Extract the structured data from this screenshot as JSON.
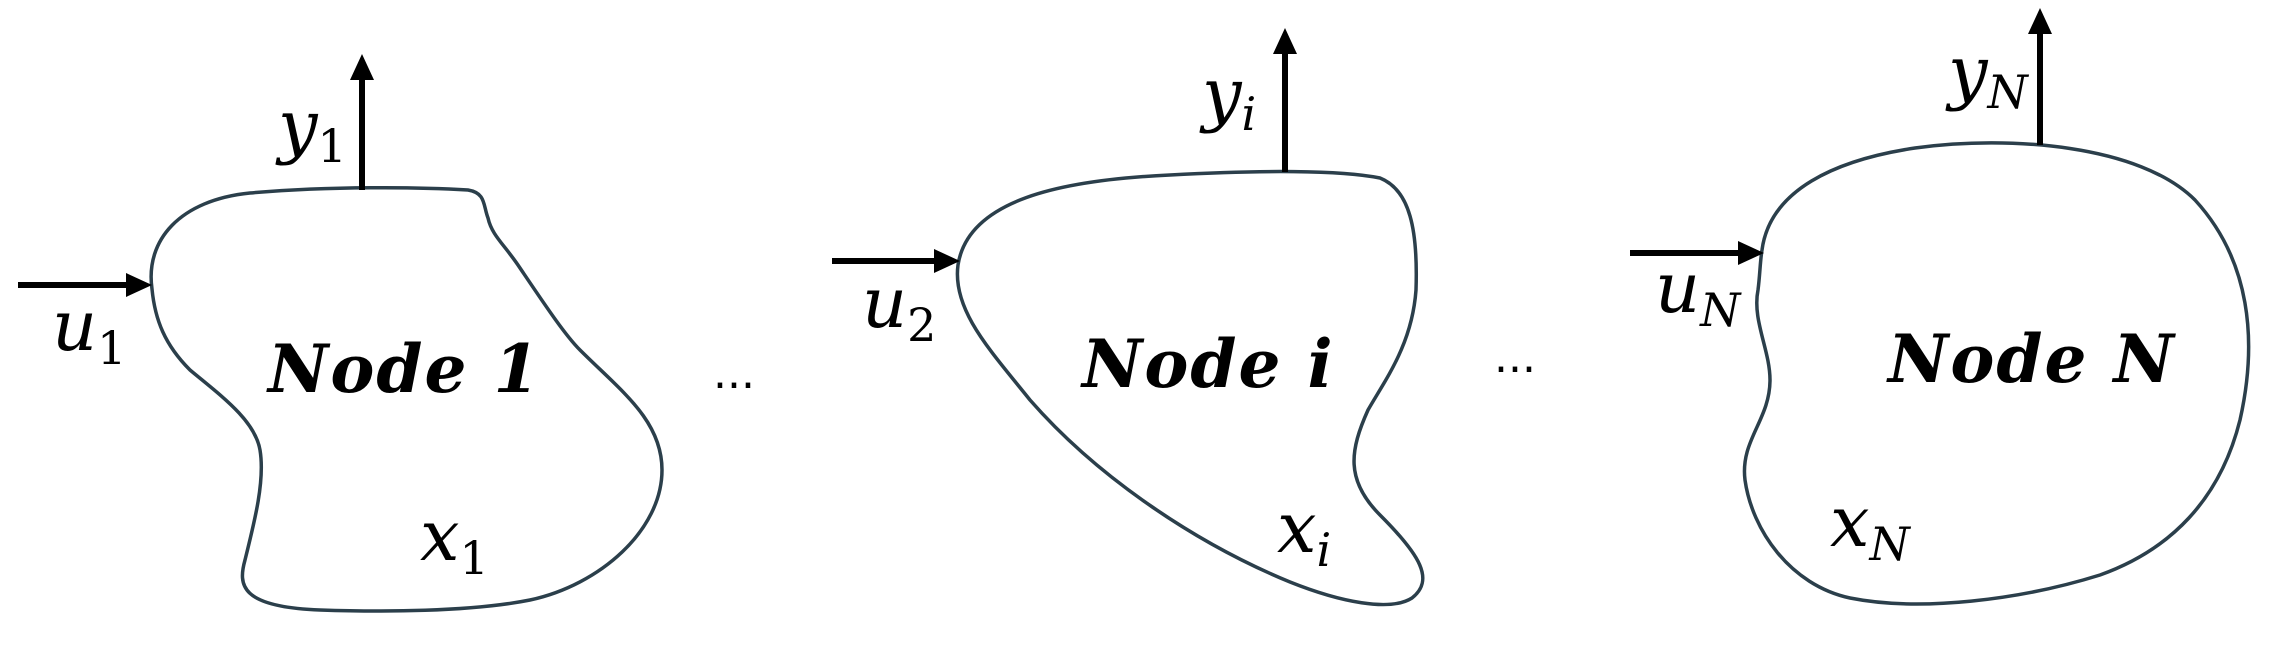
{
  "nodes": [
    {
      "label": "Node 1",
      "y": "y",
      "y_sub": "1",
      "u": "u",
      "u_sub": "1",
      "x": "x",
      "x_sub": "1"
    },
    {
      "label": "Node i",
      "y": "y",
      "y_sub": "i",
      "u": "u",
      "u_sub": "2",
      "x": "x",
      "x_sub": "i"
    },
    {
      "label": "Node N",
      "y": "y",
      "y_sub": "N",
      "u": "u",
      "u_sub": "N",
      "x": "x",
      "x_sub": "N"
    }
  ],
  "ellipses": [
    "...",
    "..."
  ],
  "colors": {
    "outline": "#2b3f4b",
    "arrows": "#000000",
    "text": "#000000"
  }
}
